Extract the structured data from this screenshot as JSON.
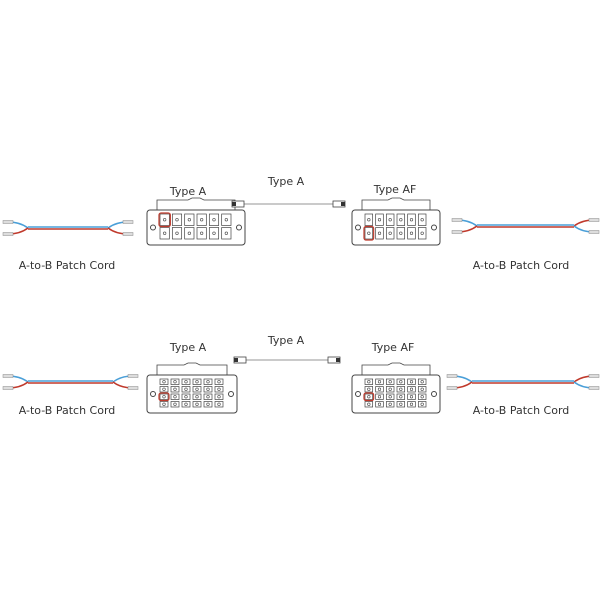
{
  "colors": {
    "blue": "#4a9fd8",
    "red": "#c0392b",
    "outline": "#444444",
    "highlight": "#c0392b"
  },
  "rows": [
    {
      "left_cord_label": "A-to-B Patch Cord",
      "left_cassette_label": "Type A",
      "trunk_label": "Type A",
      "right_cassette_label": "Type AF",
      "right_cord_label": "A-to-B Patch Cord"
    },
    {
      "left_cord_label": "A-to-B Patch Cord",
      "left_cassette_label": "Type A",
      "trunk_label": "Type A",
      "right_cassette_label": "Type AF",
      "right_cord_label": "A-to-B Patch Cord"
    }
  ]
}
